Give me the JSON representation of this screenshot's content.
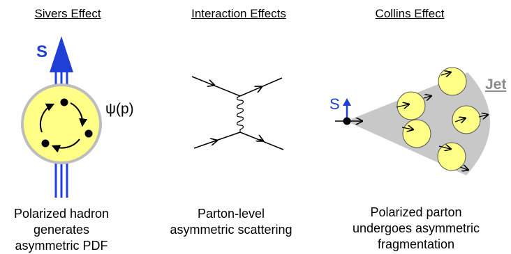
{
  "panels": [
    {
      "heading": "Sivers Effect",
      "caption_lines": [
        "Polarized hadron",
        "generates",
        "asymmetric PDF"
      ],
      "spin_label": "S",
      "wavefunction_label": "ψ(p)"
    },
    {
      "heading": "Interaction Effects",
      "caption_lines": [
        "Parton-level",
        "asymmetric scattering"
      ]
    },
    {
      "heading": "Collins Effect",
      "caption_lines": [
        "Polarized parton",
        "undergoes asymmetric",
        "fragmentation"
      ],
      "spin_label": "S",
      "jet_label": "Jet"
    }
  ],
  "colors": {
    "spin_arrow": "#1f3fd6",
    "hadron_fill": "#ffff88",
    "hadron_ring": "#bdbdbd",
    "cone": "#c8c8c8",
    "jet_label": "#8c8c8c"
  }
}
